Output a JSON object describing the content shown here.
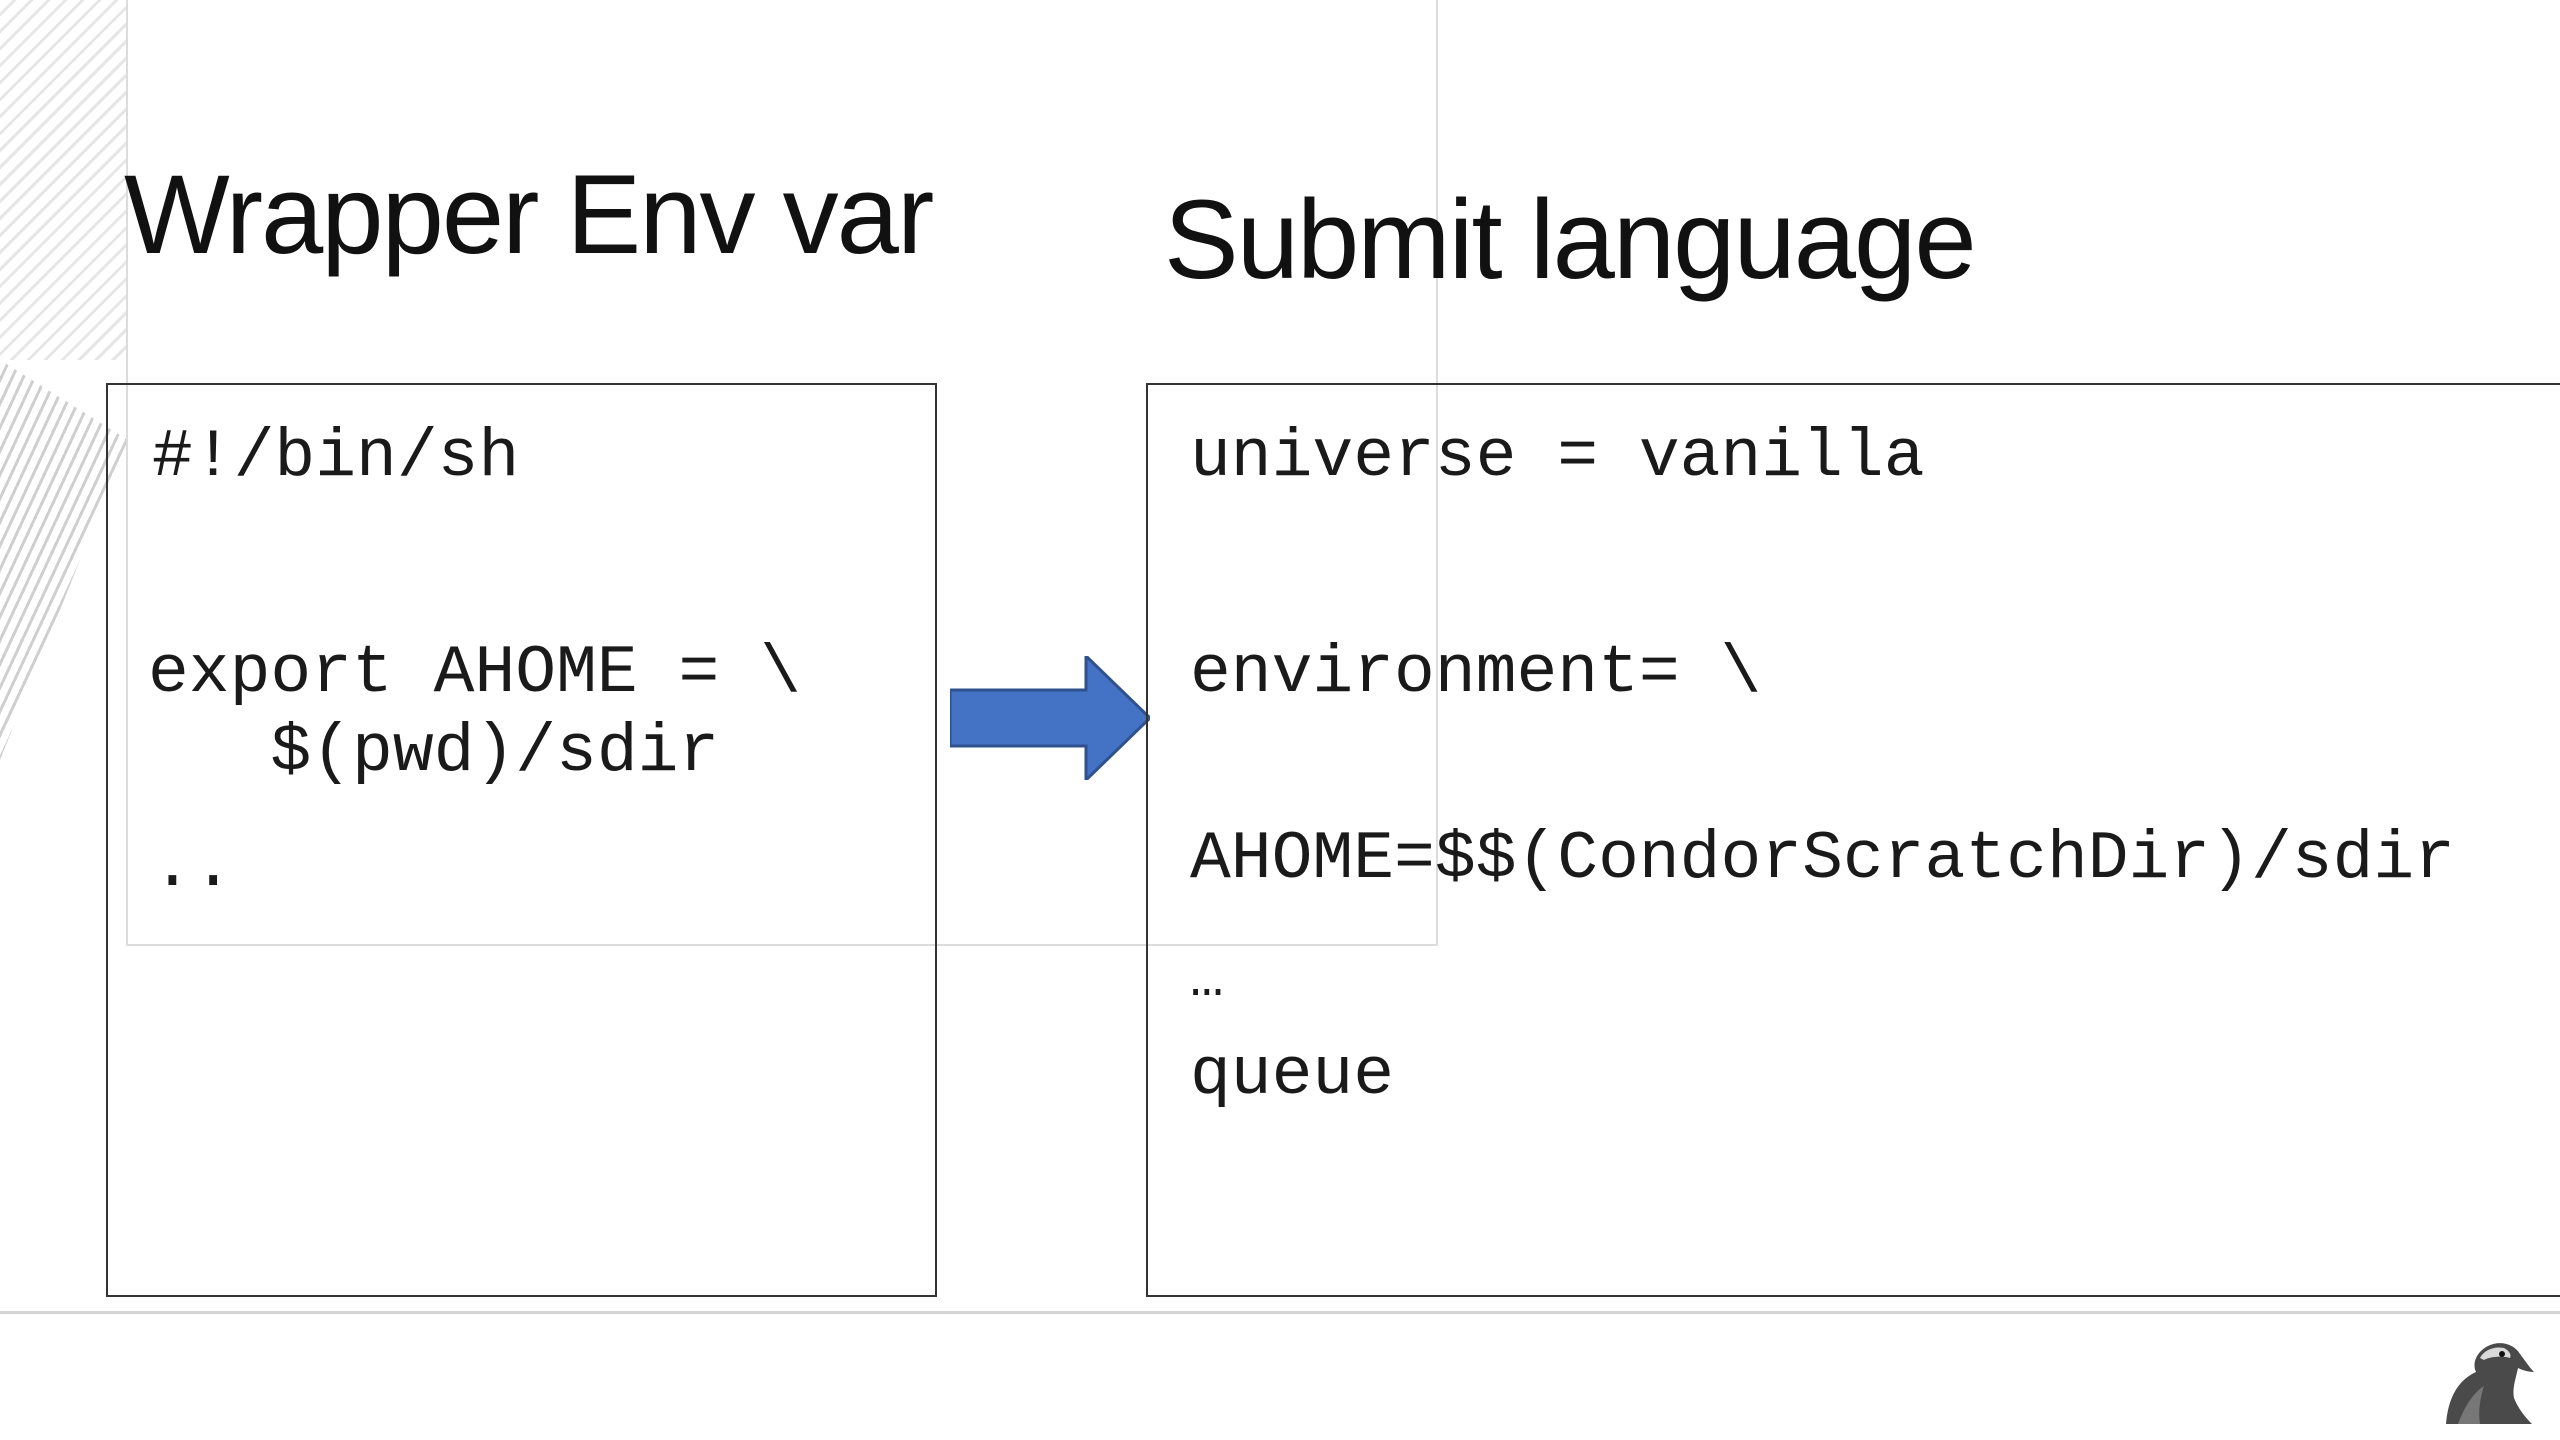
{
  "slide": {
    "title_left": "Wrapper Env var",
    "title_right": "Submit language",
    "left_code": {
      "line1": "#!/bin/sh",
      "line2": "export AHOME = \\",
      "line3": "   $(pwd)/sdir",
      "line4": ".."
    },
    "right_code": {
      "line1": "universe = vanilla",
      "line2": "environment= \\",
      "line3": "AHOME=$$(CondorScratchDir)/sdir",
      "line4": "…",
      "line5": "queue"
    },
    "arrow_color": "#4472C4",
    "icons": [
      "right-arrow-icon",
      "condor-logo-icon"
    ]
  }
}
